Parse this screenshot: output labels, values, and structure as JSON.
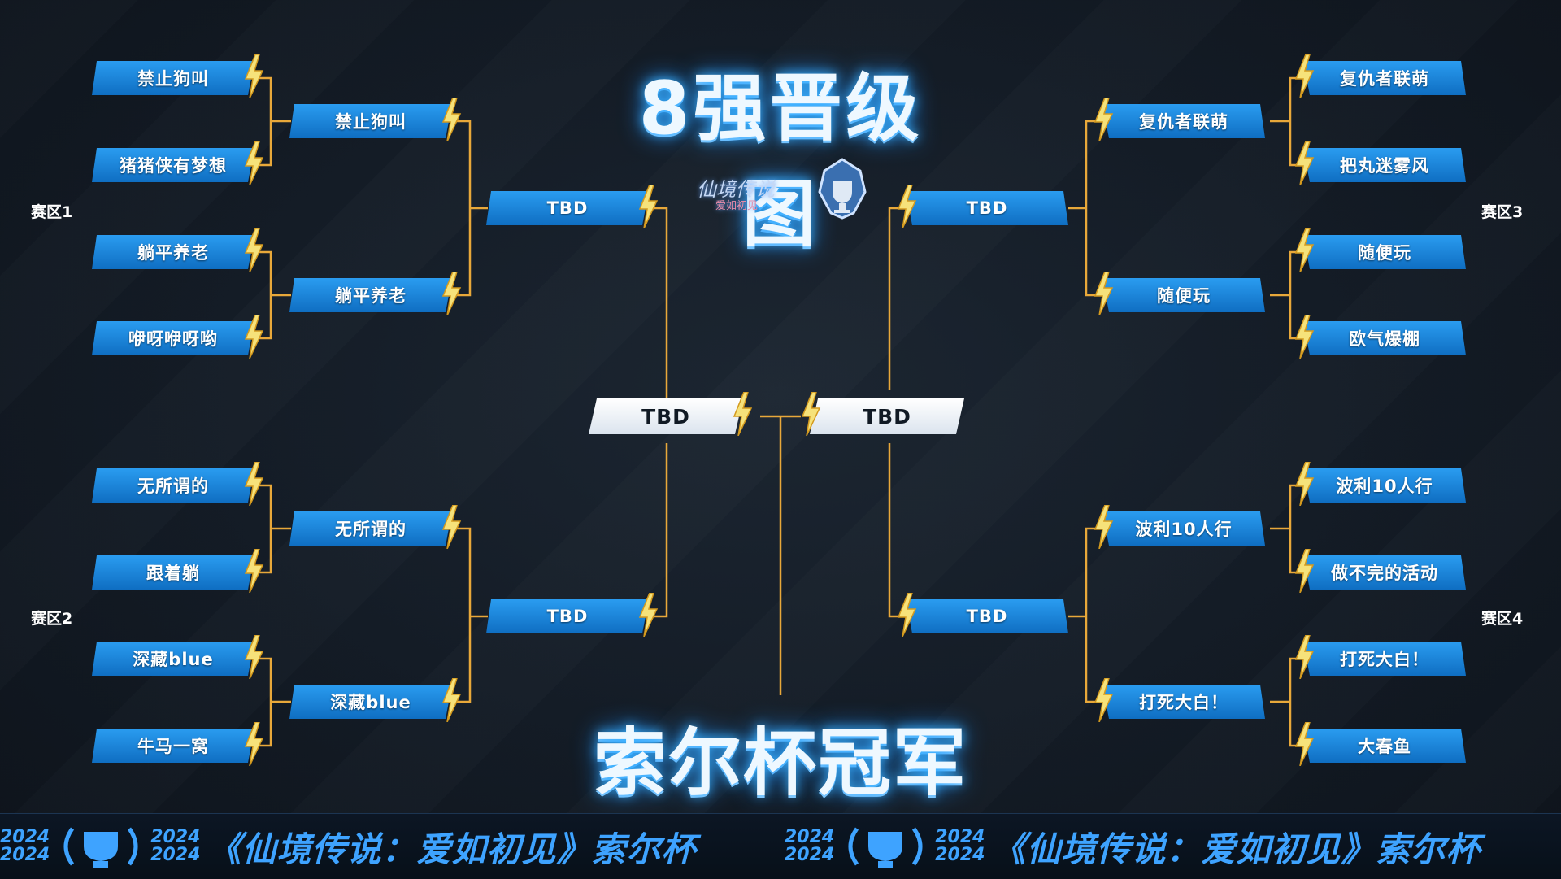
{
  "title": "8强晋级图",
  "champion_label": "索尔杯冠军",
  "regions": {
    "r1": "赛区1",
    "r2": "赛区2",
    "r3": "赛区3",
    "r4": "赛区4"
  },
  "round1": {
    "r1": [
      "禁止狗叫",
      "猪猪侠有梦想",
      "躺平养老",
      "咿呀咿呀哟"
    ],
    "r2": [
      "无所谓的",
      "跟着躺",
      "深藏blue",
      "牛马一窝"
    ],
    "r3": [
      "复仇者联萌",
      "把丸迷雾风",
      "随便玩",
      "欧气爆棚"
    ],
    "r4": [
      "波利10人行",
      "做不完的活动",
      "打死大白！",
      "大春鱼"
    ]
  },
  "round2": {
    "r1": [
      "禁止狗叫",
      "躺平养老"
    ],
    "r2": [
      "无所谓的",
      "深藏blue"
    ],
    "r3": [
      "复仇者联萌",
      "随便玩"
    ],
    "r4": [
      "波利10人行",
      "打死大白！"
    ]
  },
  "round3": {
    "r1": "TBD",
    "r2": "TBD",
    "r3": "TBD",
    "r4": "TBD"
  },
  "finals": {
    "left": "TBD",
    "right": "TBD"
  },
  "logo": {
    "game_name": "仙境传说",
    "game_sub": "爱如初见"
  },
  "footer": {
    "year_top": "2024",
    "year_bottom": "2024",
    "text": "《仙境传说：爱如初见》索尔杯"
  },
  "colors": {
    "team_blue": "#1a88e0",
    "line_gold": "#e8a83a",
    "glow_blue": "#3db4ff",
    "footer_text": "#3ea3ff"
  }
}
